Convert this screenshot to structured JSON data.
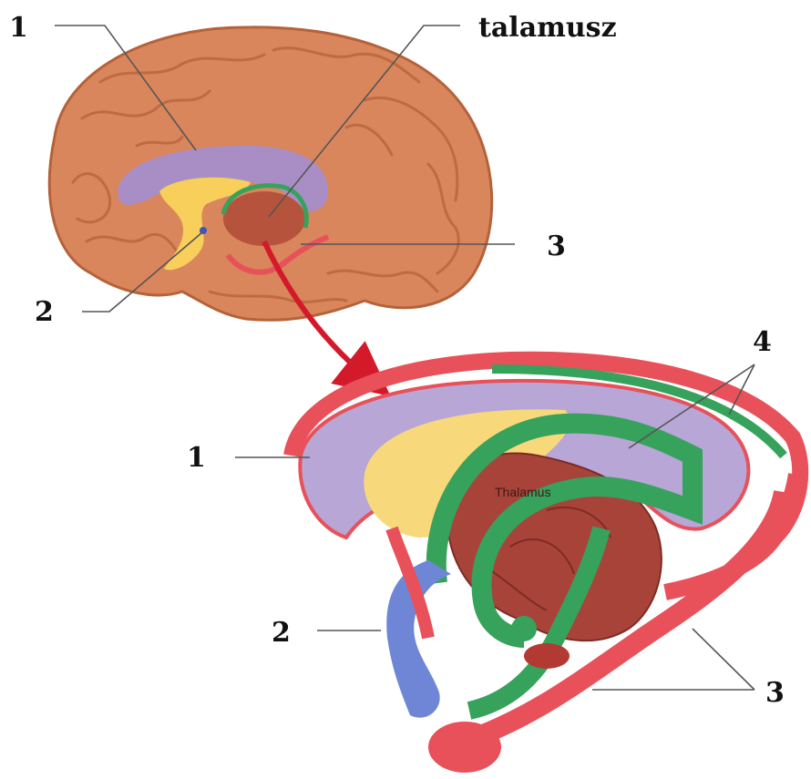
{
  "labels": {
    "top_1": "1",
    "top_2": "2",
    "top_3": "3",
    "top_thalamus": "talamusz",
    "bottom_1": "1",
    "bottom_2": "2",
    "bottom_3": "3",
    "bottom_4": "4",
    "thalamus_inner": "Thalamus"
  },
  "colors": {
    "cortex": "#d9865c",
    "cortex_dark": "#b5623a",
    "corpus_callosum": "#a98ec6",
    "ventricle_yellow": "#f7cf5a",
    "fornix_green": "#36a25c",
    "red_tract": "#e8515a",
    "thalamus": "#a8433a",
    "blue_structure": "#6f86d6",
    "arrow": "#d41a2a"
  }
}
